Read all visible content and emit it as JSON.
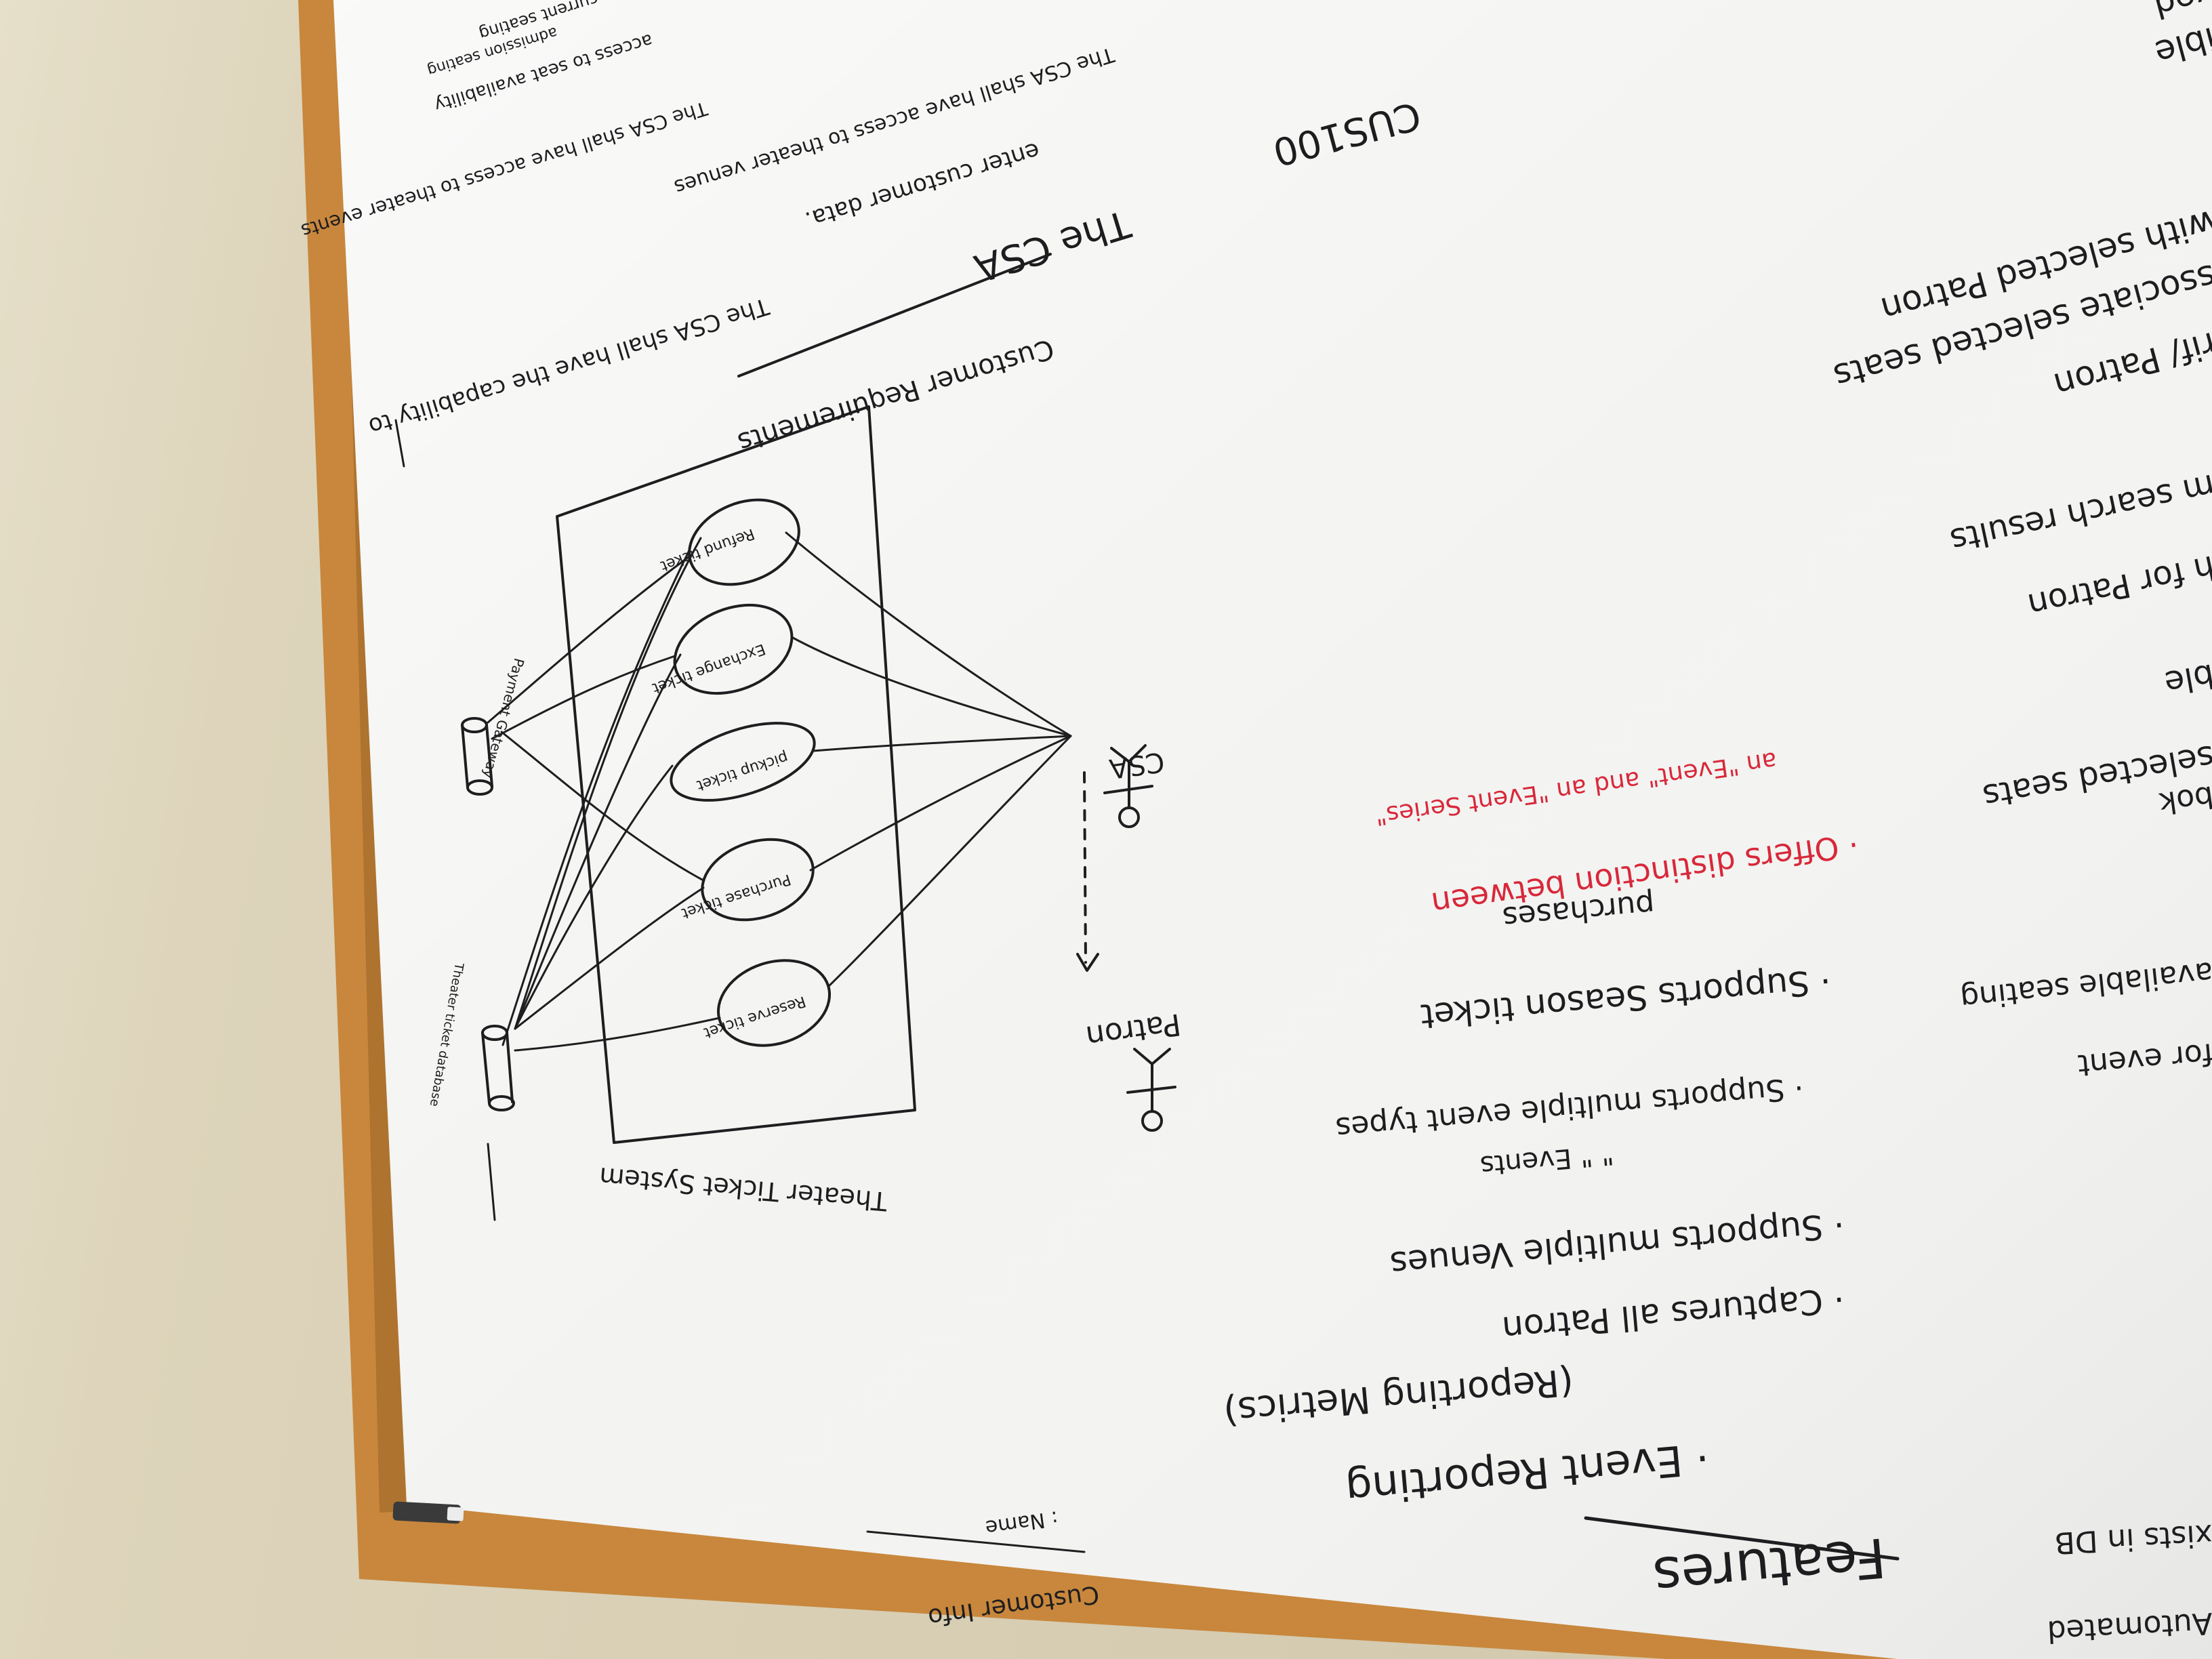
{
  "colors": {
    "wall": "#ddd4bb",
    "frame": "#c8873c",
    "board": "#f3f3f1",
    "marker_black": "#1d1d1f",
    "marker_red": "#d8283a"
  },
  "features": {
    "heading": "Features",
    "items": [
      "· Event Reporting",
      "(Reporting Metrics)",
      "· Captures all Patron",
      "· Supports multiple Venues",
      "\"                  \" Events",
      "· Supports multiple event types",
      "· Supports Season ticket",
      "purchases"
    ],
    "red_note": [
      "· Offers distinction between",
      "an \"Event\" and an \"Event Series\""
    ]
  },
  "customer_info": {
    "heading": "Customer Info",
    "field": ": Name"
  },
  "right_edge_fragments": [
    "Automated",
    "xists in DB",
    "for event",
    "available seating",
    "bok",
    "selected seats",
    "ble",
    "h for Patron",
    "m search results",
    "rif/ Patron",
    "ssociate selected seats",
    "with selected Patron",
    "ible",
    "ved"
  ],
  "customer_requirements": {
    "heading": "Customer Requirements",
    "intro": "The CSA shall have the capability to",
    "items": [
      "enter customer data.",
      "The CSA shall have access to theater venues",
      "The CSA shall have access to theater events",
      "access to seat availability",
      "current seating",
      "admission seating"
    ],
    "code": "CUS100"
  },
  "use_case_diagram": {
    "system_label": "Theater Ticket System",
    "use_cases": [
      "Refund ticket",
      "Exchange ticket",
      "pickup ticket",
      "Purchase ticket",
      "Reserve ticket"
    ],
    "actors": [
      "CSA",
      "Patron"
    ],
    "databases": [
      "Payment Gateway",
      "Theater ticket database"
    ]
  }
}
